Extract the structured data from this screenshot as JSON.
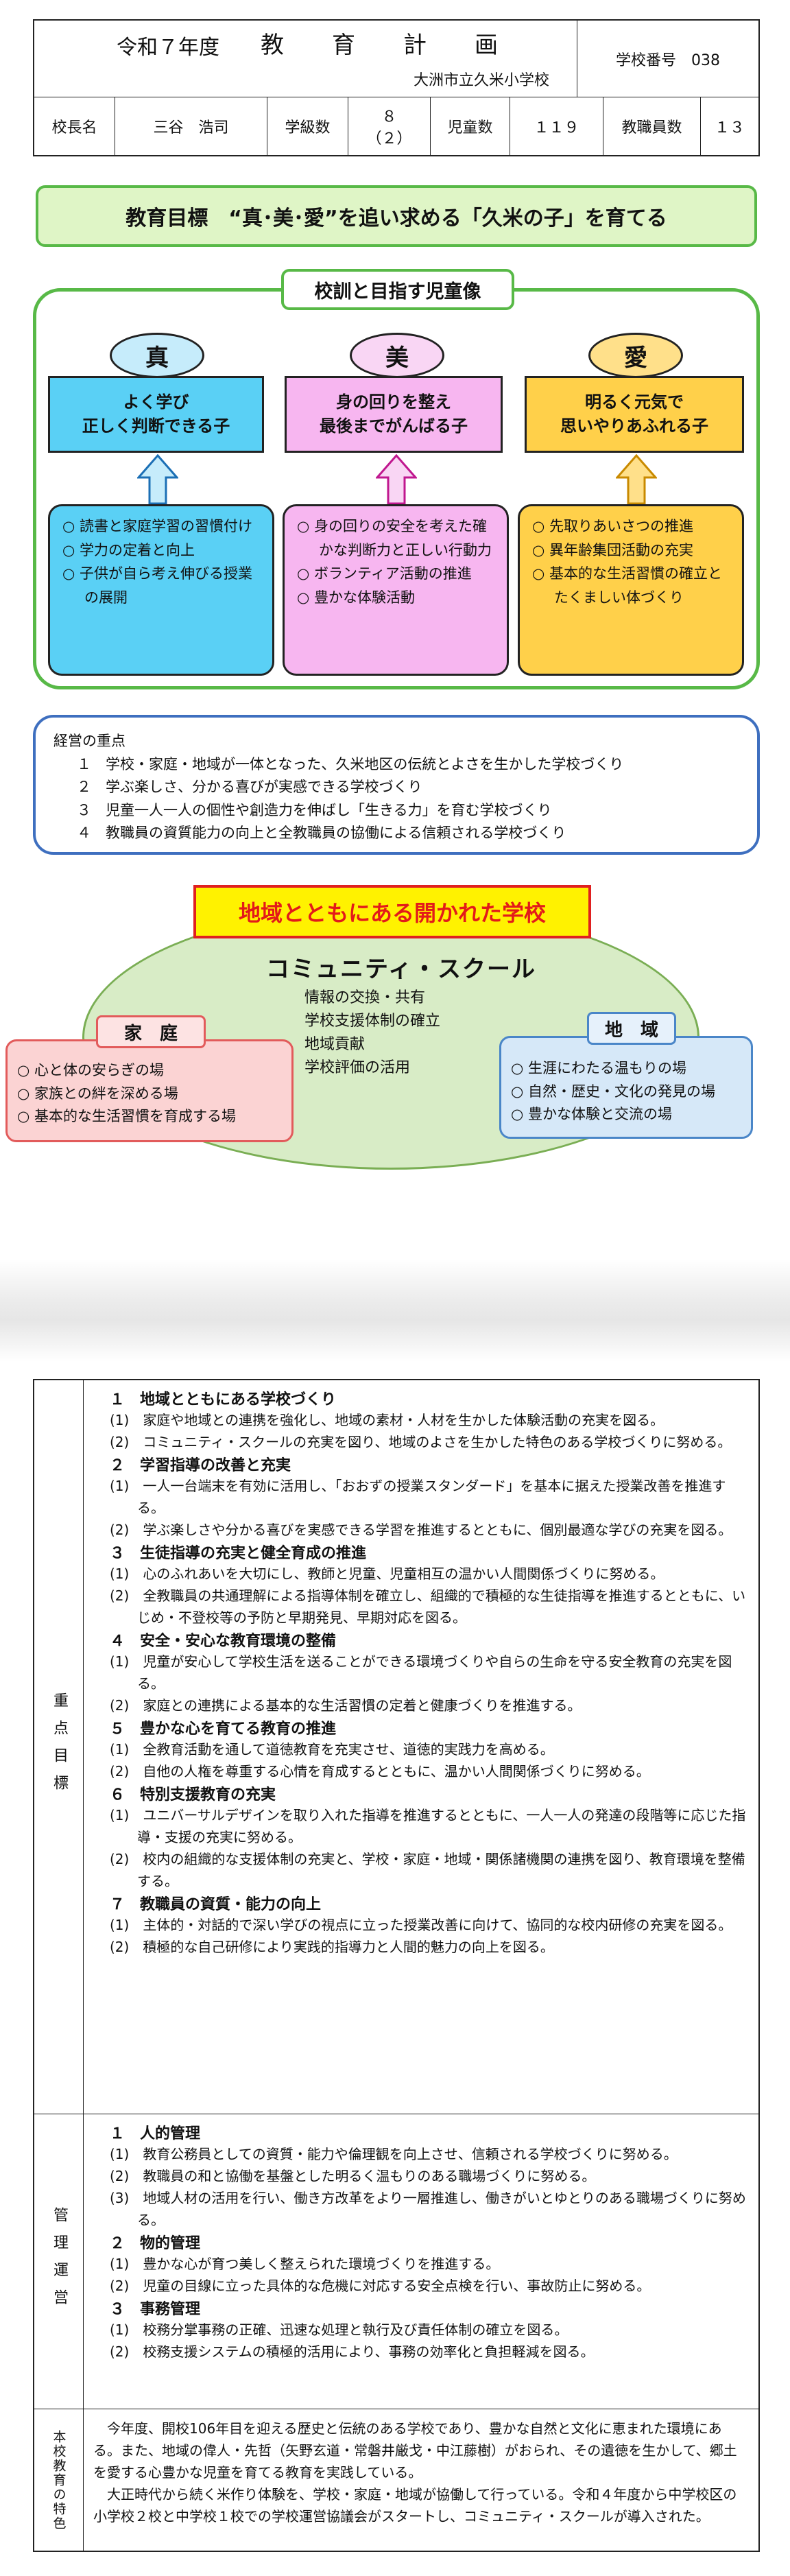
{
  "header": {
    "year": "令和７年度",
    "title": "教　育　計　画",
    "school_name": "大洲市立久米小学校",
    "school_number_label": "学校番号　038",
    "principal_label": "校長名",
    "principal_name": "三谷　浩司",
    "classes_label": "学級数",
    "classes_value": "８",
    "classes_sub": "（２）",
    "students_label": "児童数",
    "students_value": "１１９",
    "staff_label": "教職員数",
    "staff_value": "１３"
  },
  "goal": "教育目標　“真･美･愛”を追い求める「久米の子」を育てる",
  "motto": {
    "title": "校訓と目指す児童像",
    "columns": [
      {
        "kanji": "真",
        "ideal": "よく学び\n正しく判断できる子",
        "items": [
          "○ 読書と家庭学習の習慣付け",
          "○ 学力の定着と向上",
          "○ 子供が自ら考え伸びる授業の展開"
        ]
      },
      {
        "kanji": "美",
        "ideal": "身の回りを整え\n最後までがんばる子",
        "items": [
          "○ 身の回りの安全を考えた確かな判断力と正しい行動力",
          "○ ボランティア活動の推進",
          "○ 豊かな体験活動"
        ]
      },
      {
        "kanji": "愛",
        "ideal": "明るく元気で\n思いやりあふれる子",
        "items": [
          "○ 先取りあいさつの推進",
          "○ 異年齢集団活動の充実",
          "○ 基本的な生活習慣の確立とたくましい体づくり"
        ]
      }
    ],
    "colors": {
      "truth": "#5ad0f5",
      "beauty": "#f7b6f0",
      "love": "#ffd04a",
      "arrow_blue": "#c6ecfb",
      "arrow_pink": "#f9d6f4",
      "arrow_yellow": "#ffe08a"
    }
  },
  "management": {
    "title": "経営の重点",
    "items": [
      "１　学校・家庭・地域が一体となった、久米地区の伝統とよさを生かした学校づくり",
      "２　学ぶ楽しさ、分かる喜びが実感できる学校づくり",
      "３　児童一人一人の個性や創造力を伸ばし「生きる力」を育む学校づくり",
      "４　教職員の資質能力の向上と全教職員の協働による信頼される学校づくり"
    ]
  },
  "community": {
    "banner": "地域とともにある開かれた学校",
    "title": "コミュニティ・スクール",
    "center_items": [
      "情報の交換・共有",
      "学校支援体制の確立",
      "地域貢献",
      "学校評価の活用"
    ],
    "home": {
      "label": "家　庭",
      "items": [
        "○ 心と体の安らぎの場",
        "○ 家族との絆を深める場",
        "○ 基本的な生活習慣を育成する場"
      ]
    },
    "region": {
      "label": "地　域",
      "items": [
        "○ 生涯にわたる温もりの場",
        "○ 自然・歴史・文化の発見の場",
        "○ 豊かな体験と交流の場"
      ]
    }
  },
  "details": {
    "priority_label": "重点目標",
    "sections": [
      {
        "head": "１　地域とともにある学校づくり",
        "items": [
          "(1)　家庭や地域との連携を強化し、地域の素材・人材を生かした体験活動の充実を図る。",
          "(2)　コミュニティ・スクールの充実を図り、地域のよさを生かした特色のある学校づくりに努める。"
        ]
      },
      {
        "head": "２　学習指導の改善と充実",
        "items": [
          "(1)　一人一台端末を有効に活用し、「おおずの授業スタンダード」を基本に据えた授業改善を推進する。",
          "(2)　学ぶ楽しさや分かる喜びを実感できる学習を推進するとともに、個別最適な学びの充実を図る。"
        ]
      },
      {
        "head": "３　生徒指導の充実と健全育成の推進",
        "items": [
          "(1)　心のふれあいを大切にし、教師と児童、児童相互の温かい人間関係づくりに努める。",
          "(2)　全教職員の共通理解による指導体制を確立し、組織的で積極的な生徒指導を推進するとともに、いじめ・不登校等の予防と早期発見、早期対応を図る。"
        ]
      },
      {
        "head": "４　安全・安心な教育環境の整備",
        "items": [
          "(1)　児童が安心して学校生活を送ることができる環境づくりや自らの生命を守る安全教育の充実を図る。",
          "(2)　家庭との連携による基本的な生活習慣の定着と健康づくりを推進する。"
        ]
      },
      {
        "head": "５　豊かな心を育てる教育の推進",
        "items": [
          "(1)　全教育活動を通して道徳教育を充実させ、道徳的実践力を高める。",
          "(2)　自他の人権を尊重する心情を育成するとともに、温かい人間関係づくりに努める。"
        ]
      },
      {
        "head": "６　特別支援教育の充実",
        "items": [
          "(1)　ユニバーサルデザインを取り入れた指導を推進するとともに、一人一人の発達の段階等に応じた指導・支援の充実に努める。",
          "(2)　校内の組織的な支援体制の充実と、学校・家庭・地域・関係諸機関の連携を図り、教育環境を整備する。"
        ]
      },
      {
        "head": "７　教職員の資質・能力の向上",
        "items": [
          "(1)　主体的・対話的で深い学びの視点に立った授業改善に向けて、協同的な校内研修の充実を図る。",
          "(2)　積極的な自己研修により実践的指導力と人間的魅力の向上を図る。"
        ]
      }
    ],
    "admin_label": "管理運営",
    "admin_sections": [
      {
        "head": "１　人的管理",
        "items": [
          "(1)　教育公務員としての資質・能力や倫理観を向上させ、信頼される学校づくりに努める。",
          "(2)　教職員の和と協働を基盤とした明るく温もりのある職場づくりに努める。",
          "(3)　地域人材の活用を行い、働き方改革をより一層推進し、働きがいとゆとりのある職場づくりに努める。"
        ]
      },
      {
        "head": "２　物的管理",
        "items": [
          "(1)　豊かな心が育つ美しく整えられた環境づくりを推進する。",
          "(2)　児童の目線に立った具体的な危機に対応する安全点検を行い、事故防止に努める。"
        ]
      },
      {
        "head": "３　事務管理",
        "items": [
          "(1)　校務分掌事務の正確、迅速な処理と執行及び責任体制の確立を図る。",
          "(2)　校務支援システムの積極的活用により、事務の効率化と負担軽減を図る。"
        ]
      }
    ],
    "feature_label": "本校教育の特色",
    "feature_text": [
      "今年度、開校106年目を迎える歴史と伝統のある学校であり、豊かな自然と文化に恵まれた環境にある。また、地域の偉人・先哲（矢野玄道・常磐井厳戈・中江藤樹）がおられ、その遺徳を生かして、郷土を愛する心豊かな児童を育てる教育を実践している。",
      "大正時代から続く米作り体験を、学校・家庭・地域が協働して行っている。令和４年度から中学校区の小学校２校と中学校１校での学校運営協議会がスタートし、コミュニティ・スクールが導入された。"
    ]
  }
}
